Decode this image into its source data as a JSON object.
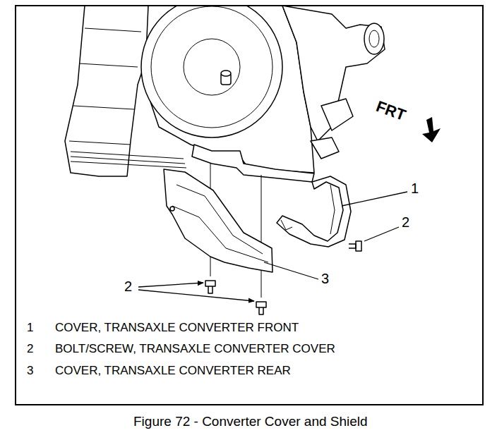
{
  "diagram": {
    "caption": "Figure 72 - Converter Cover and Shield",
    "labels": [
      "FRT",
      "1",
      "2",
      "3",
      "2",
      "1",
      "COVER, TRANSAXLE CONVERTER FRONT",
      "2",
      "BOLT/SCREW, TRANSAXLE CONVERTER COVER",
      "3",
      "COVER, TRANSAXLE CONVERTER REAR"
    ]
  }
}
